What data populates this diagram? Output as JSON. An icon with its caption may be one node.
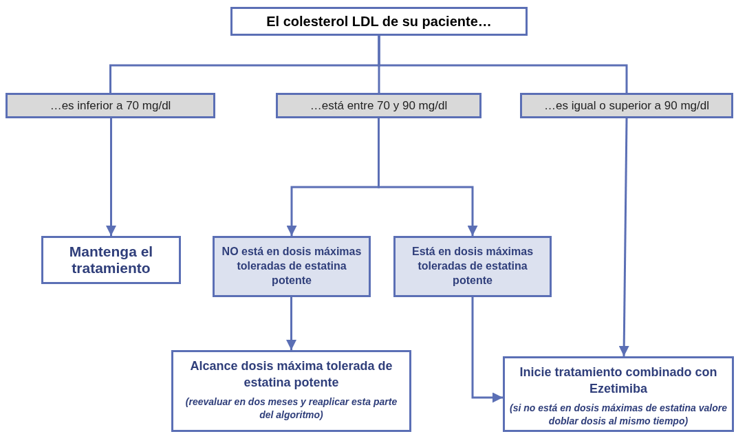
{
  "diagram": {
    "nodes": [
      {
        "text": [
          "El colesterol LDL de su paciente…"
        ]
      },
      {
        "text": [
          "…es inferior a 70 mg/dl"
        ]
      },
      {
        "text": [
          "…está entre 70 y 90 mg/dl"
        ]
      },
      {
        "text": [
          "…es igual o superior a 90 mg/dl"
        ]
      },
      {
        "text": [
          "Mantenga el tratamiento"
        ]
      },
      {
        "text": [
          "NO está en dosis máximas toleradas de estatina potente"
        ]
      },
      {
        "text": [
          "Está en dosis máximas toleradas de estatina potente"
        ]
      },
      {
        "text": [
          "Alcance dosis máxima tolerada de estatina potente",
          "(reevaluar en dos meses y reaplicar esta parte del algoritmo)"
        ]
      },
      {
        "text": [
          "Inicie tratamiento combinado con Ezetimiba",
          "(si no está en dosis máximas de estatina valore doblar dosis al mismo tiempo)"
        ]
      }
    ],
    "edges": [
      {
        "from": 0,
        "to": 1,
        "arrow": "none"
      },
      {
        "from": 0,
        "to": 2,
        "arrow": "none"
      },
      {
        "from": 0,
        "to": 3,
        "arrow": "none"
      },
      {
        "from": 1,
        "to": 4,
        "arrow": "to"
      },
      {
        "from": 2,
        "to": 5,
        "arrow": "to"
      },
      {
        "from": 2,
        "to": 6,
        "arrow": "to"
      },
      {
        "from": 5,
        "to": 7,
        "arrow": "to"
      },
      {
        "from": 6,
        "to": 8,
        "arrow": "to"
      },
      {
        "from": 3,
        "to": 8,
        "arrow": "to"
      }
    ]
  }
}
